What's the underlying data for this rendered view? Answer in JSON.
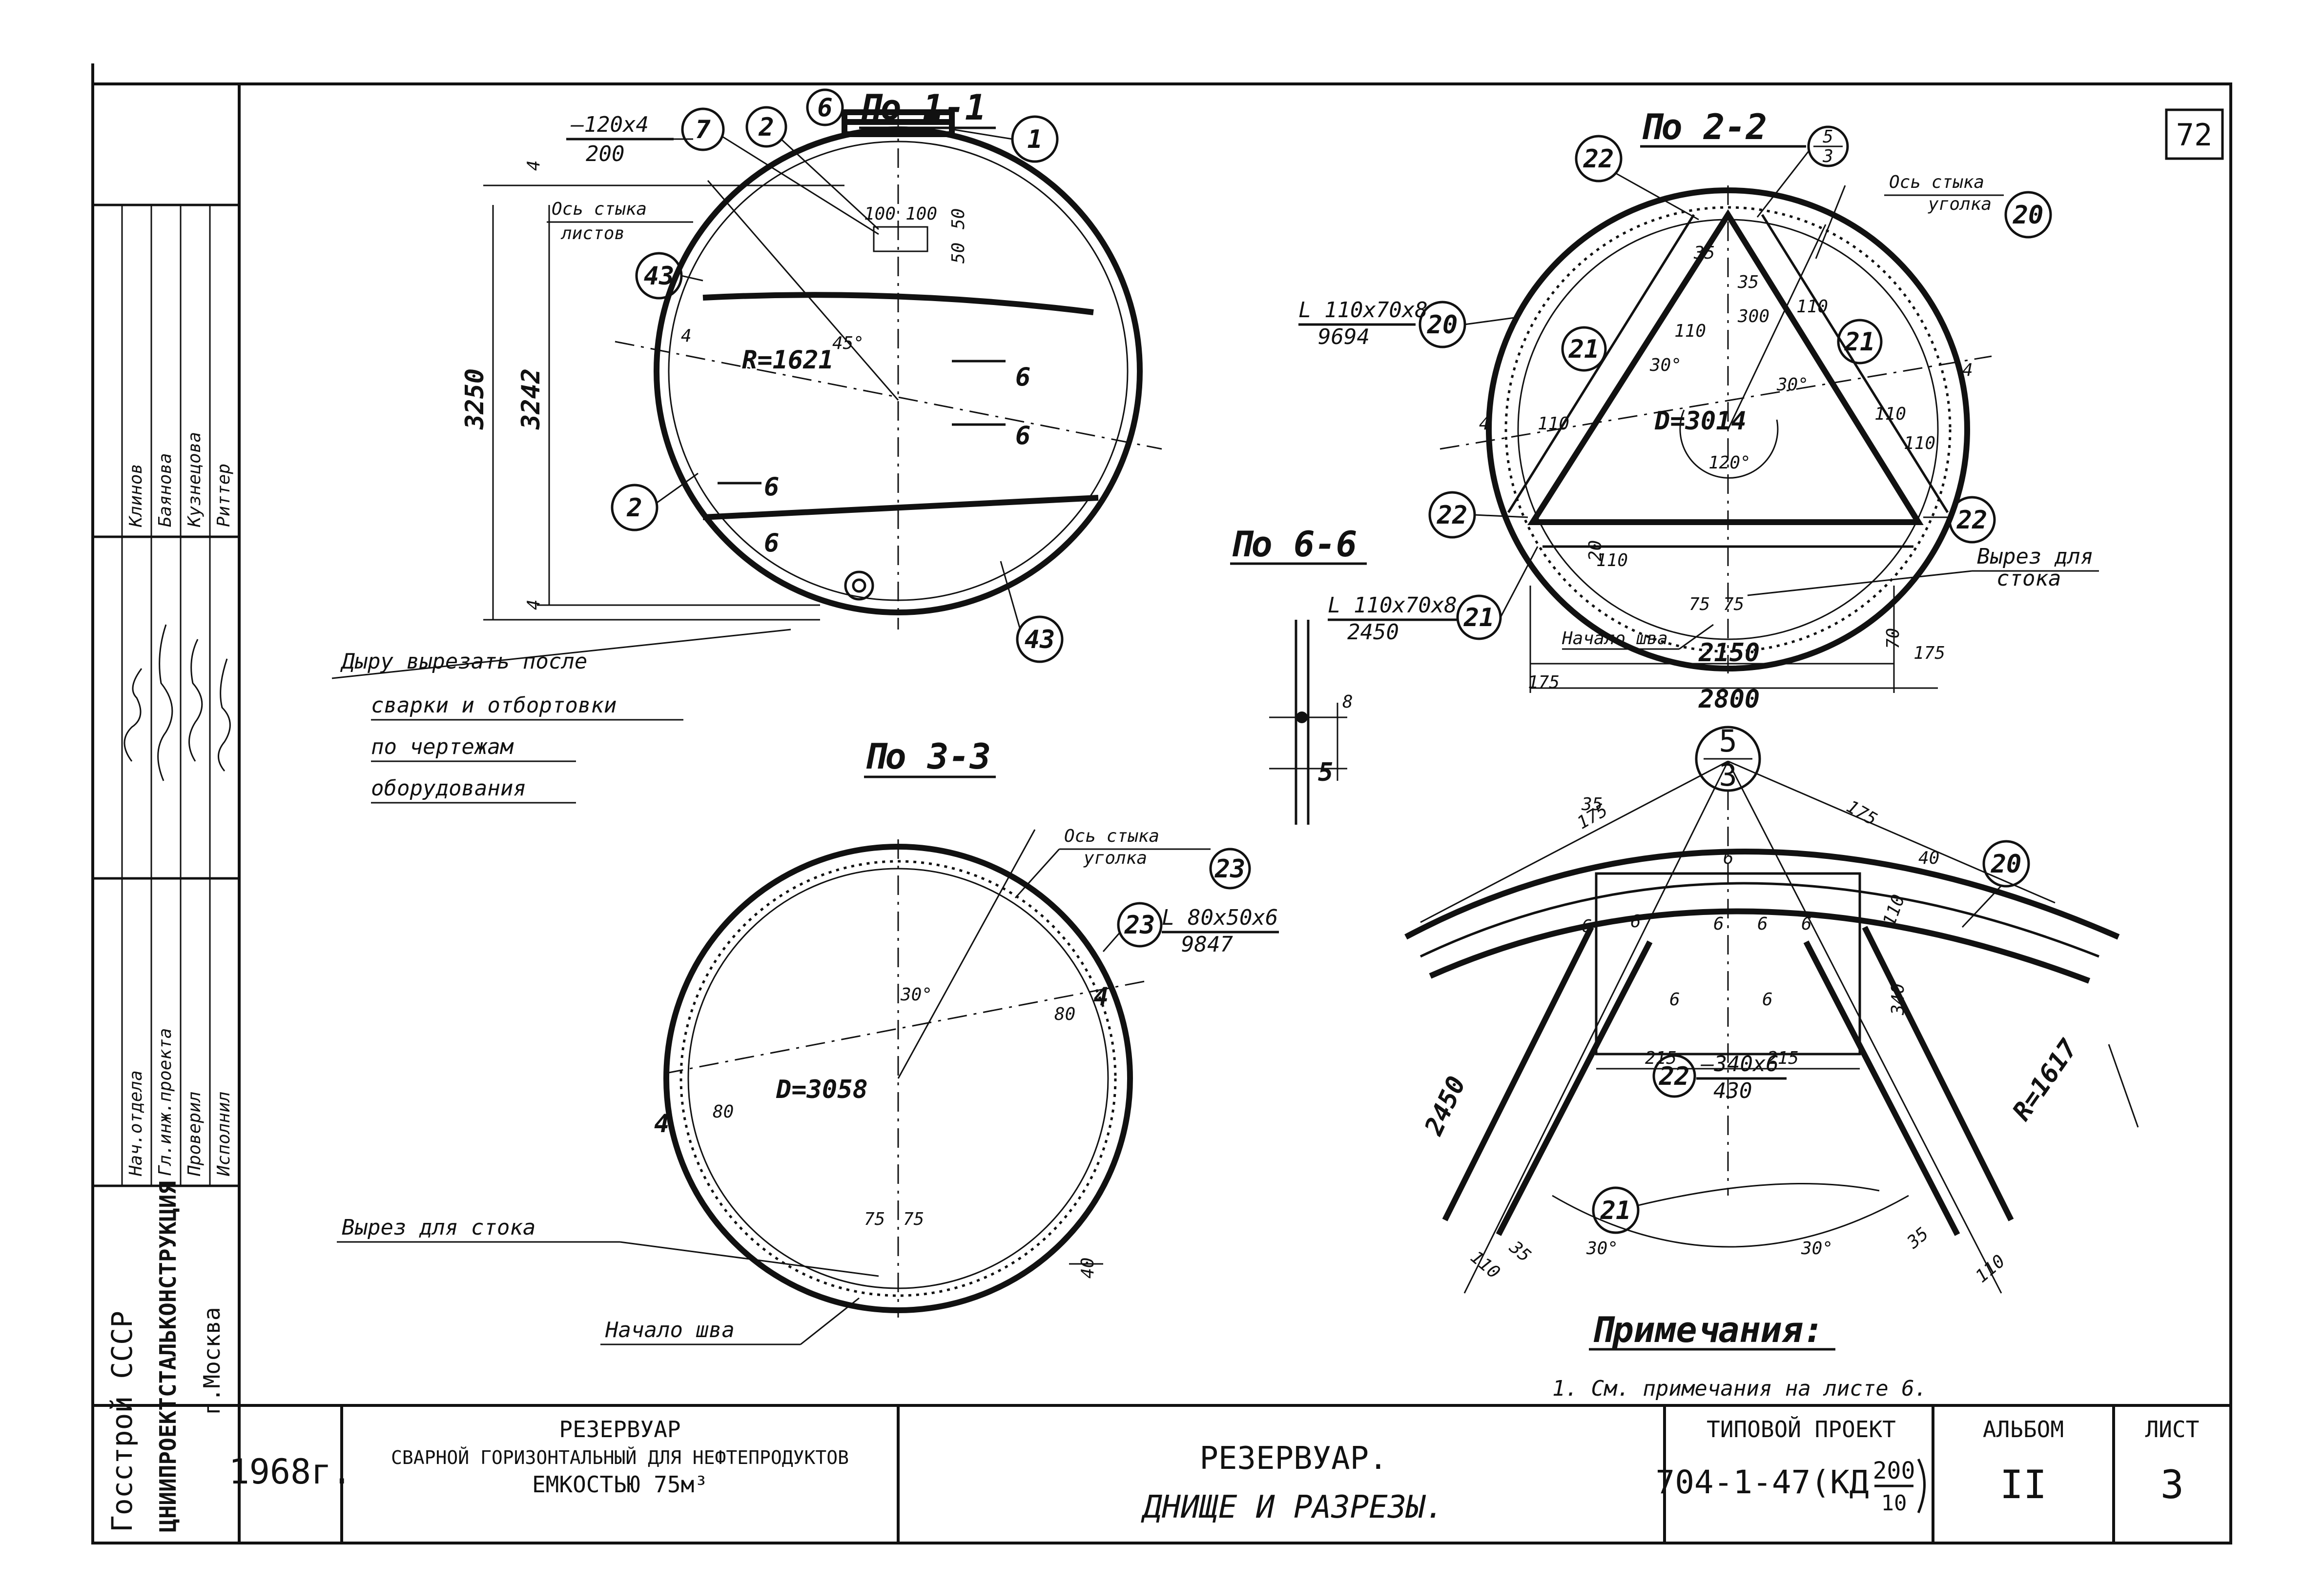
{
  "sheet_number_corner": "72",
  "sections": {
    "s11": {
      "title": "По 1-1",
      "plate_spec_top": "—120x4",
      "plate_spec_bottom": "200",
      "callouts": [
        "7",
        "2",
        "6",
        "1",
        "43",
        "2",
        "43"
      ],
      "joint_axis": "Ось стыка\nлистов",
      "radius": "R=1621",
      "angle": "45°",
      "dim_overall": "3250",
      "dim_inner": "3242",
      "dim_a": "4",
      "dim_b": "4",
      "dim_c": "4",
      "small_dims": [
        "100",
        "100",
        "50",
        "50"
      ],
      "cut_labels": [
        "6",
        "6",
        "6",
        "6"
      ],
      "note_lines": [
        "Дыру вырезать после",
        "сварки и отбортовки",
        "по чертежам",
        "оборудования"
      ]
    },
    "s22": {
      "title": "По 2-2",
      "callouts": [
        "22",
        "20",
        "21",
        "21",
        "22",
        "22",
        "21"
      ],
      "callout_frac_top": "5",
      "callout_frac_bottom": "3",
      "joint_axis": "Ось стыка\nуголка",
      "angle_spec_1_top": "L 110x70x8",
      "angle_spec_1_bottom": "9694",
      "angle_spec_2_top": "L 110x70x8",
      "angle_spec_2_bottom": "2450",
      "diameter": "D=3014",
      "angles": [
        "30°",
        "30°",
        "120°"
      ],
      "dims": [
        "35",
        "35",
        "110",
        "110",
        "300",
        "110",
        "110",
        "110",
        "110",
        "70",
        "75",
        "75",
        "4",
        "4",
        "20"
      ],
      "drain_cut": "Вырез для\nстока",
      "weld_start": "Начало шва",
      "width_2150": "2150",
      "width_2800": "2800",
      "side_175_left": "175",
      "side_175_right": "175"
    },
    "s66": {
      "title": "По 6-6",
      "dims": [
        "8",
        "5"
      ]
    },
    "s33": {
      "title": "По 3-3",
      "joint_axis": "Ось стыка\nуголка",
      "callouts": [
        "23",
        "23"
      ],
      "angle_spec_top": "L 80x50x6",
      "angle_spec_bottom": "9847",
      "diameter": "D=3058",
      "angle": "30°",
      "dims": [
        "80",
        "80",
        "4",
        "4",
        "75",
        "75",
        "40"
      ],
      "drain_cut": "Вырез для стока",
      "weld_start": "Начало шва"
    },
    "node53": {
      "callout_top": "5",
      "callout_bottom": "3",
      "callouts": [
        "20",
        "22",
        "21"
      ],
      "plate_spec_top": "—340x6",
      "plate_spec_bottom": "430",
      "radius": "R=1617",
      "dims": [
        "175",
        "175",
        "2450",
        "340",
        "110",
        "215",
        "215",
        "110",
        "35",
        "35",
        "110",
        "40",
        "35"
      ],
      "weld_marks": [
        "6",
        "6",
        "6",
        "6",
        "6",
        "6",
        "6",
        "6"
      ],
      "angles": [
        "30°",
        "30°"
      ]
    }
  },
  "notes": {
    "heading": "Примечания:",
    "items": [
      "1. См. примечания на листе 6."
    ]
  },
  "side_stamp": {
    "org1": "Госстрой СССР",
    "org2": "ЦНИИПРОЕКТСТАЛЬКОНСТРУКЦИЯ",
    "city": "г.Москва",
    "roles": [
      "Нач.отдела",
      "Гл.инж.проекта",
      "Проверил",
      "Исполнил"
    ],
    "names": [
      "Клинов",
      "Баянова",
      "Кузнецова",
      "Риттер"
    ]
  },
  "title_block": {
    "year": "1968г.",
    "object_line1": "РЕЗЕРВУАР",
    "object_line2": "СВАРНОЙ ГОРИЗОНТАЛЬНЫЙ ДЛЯ НЕФТЕПРОДУКТОВ",
    "object_line3": "ЕМКОСТЬЮ 75м³",
    "drawing_line1": "РЕЗЕРВУАР.",
    "drawing_line2": "ДНИЩЕ  И  РАЗРЕЗЫ.",
    "project_label": "ТИПОВОЙ ПРОЕКТ",
    "project_code": "704-1-47(КД",
    "project_frac_top": "200",
    "project_frac_bottom": "10",
    "album_label": "АЛЬБОМ",
    "album_value": "II",
    "sheet_label": "ЛИСТ",
    "sheet_value": "3"
  }
}
